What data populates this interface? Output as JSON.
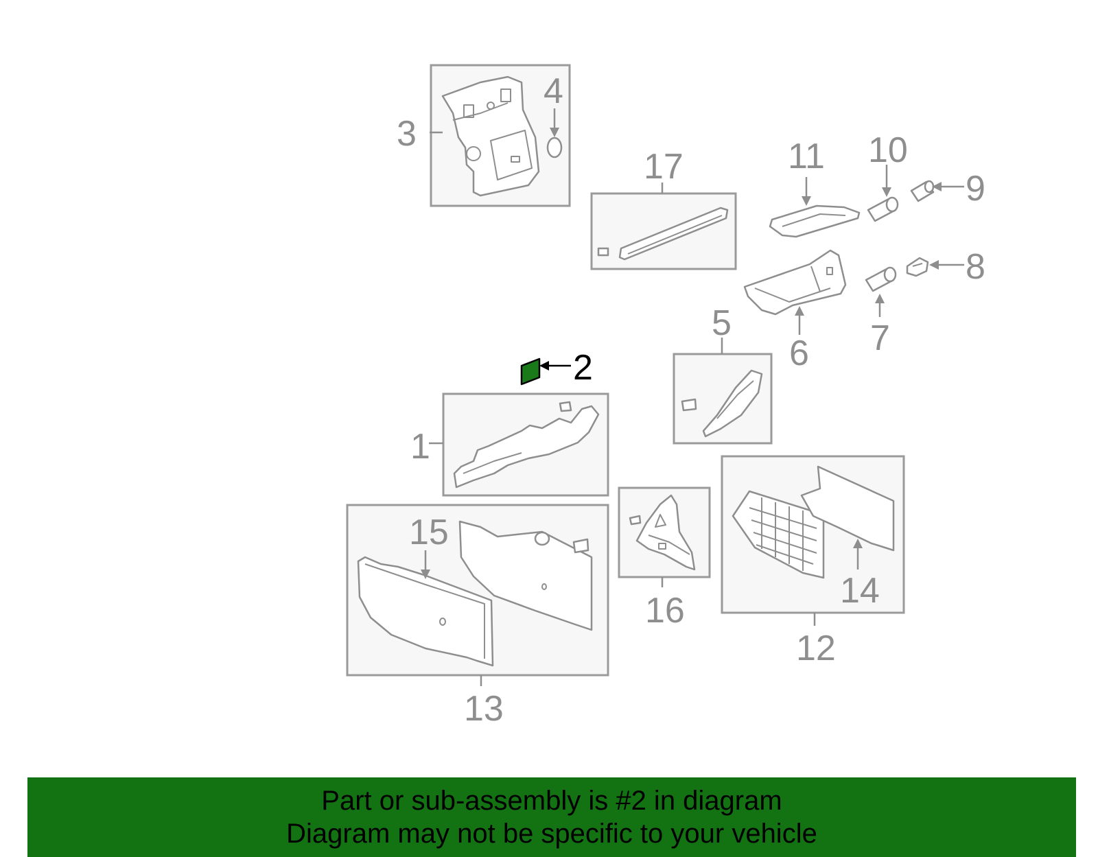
{
  "diagram": {
    "callouts": {
      "c1": "1",
      "c2": "2",
      "c3": "3",
      "c4": "4",
      "c5": "5",
      "c6": "6",
      "c7": "7",
      "c8": "8",
      "c9": "9",
      "c10": "10",
      "c11": "11",
      "c12": "12",
      "c13": "13",
      "c14": "14",
      "c15": "15",
      "c16": "16",
      "c17": "17"
    },
    "highlighted_part": "2",
    "colors": {
      "highlight_fill": "#1a7a1a",
      "line_gray": "#8e8e8e",
      "box_fill": "#f7f7f7",
      "banner": "#137313"
    }
  },
  "footer": {
    "line1": "Part or sub-assembly is #2 in diagram",
    "line2": "Diagram may not be specific to your vehicle"
  }
}
